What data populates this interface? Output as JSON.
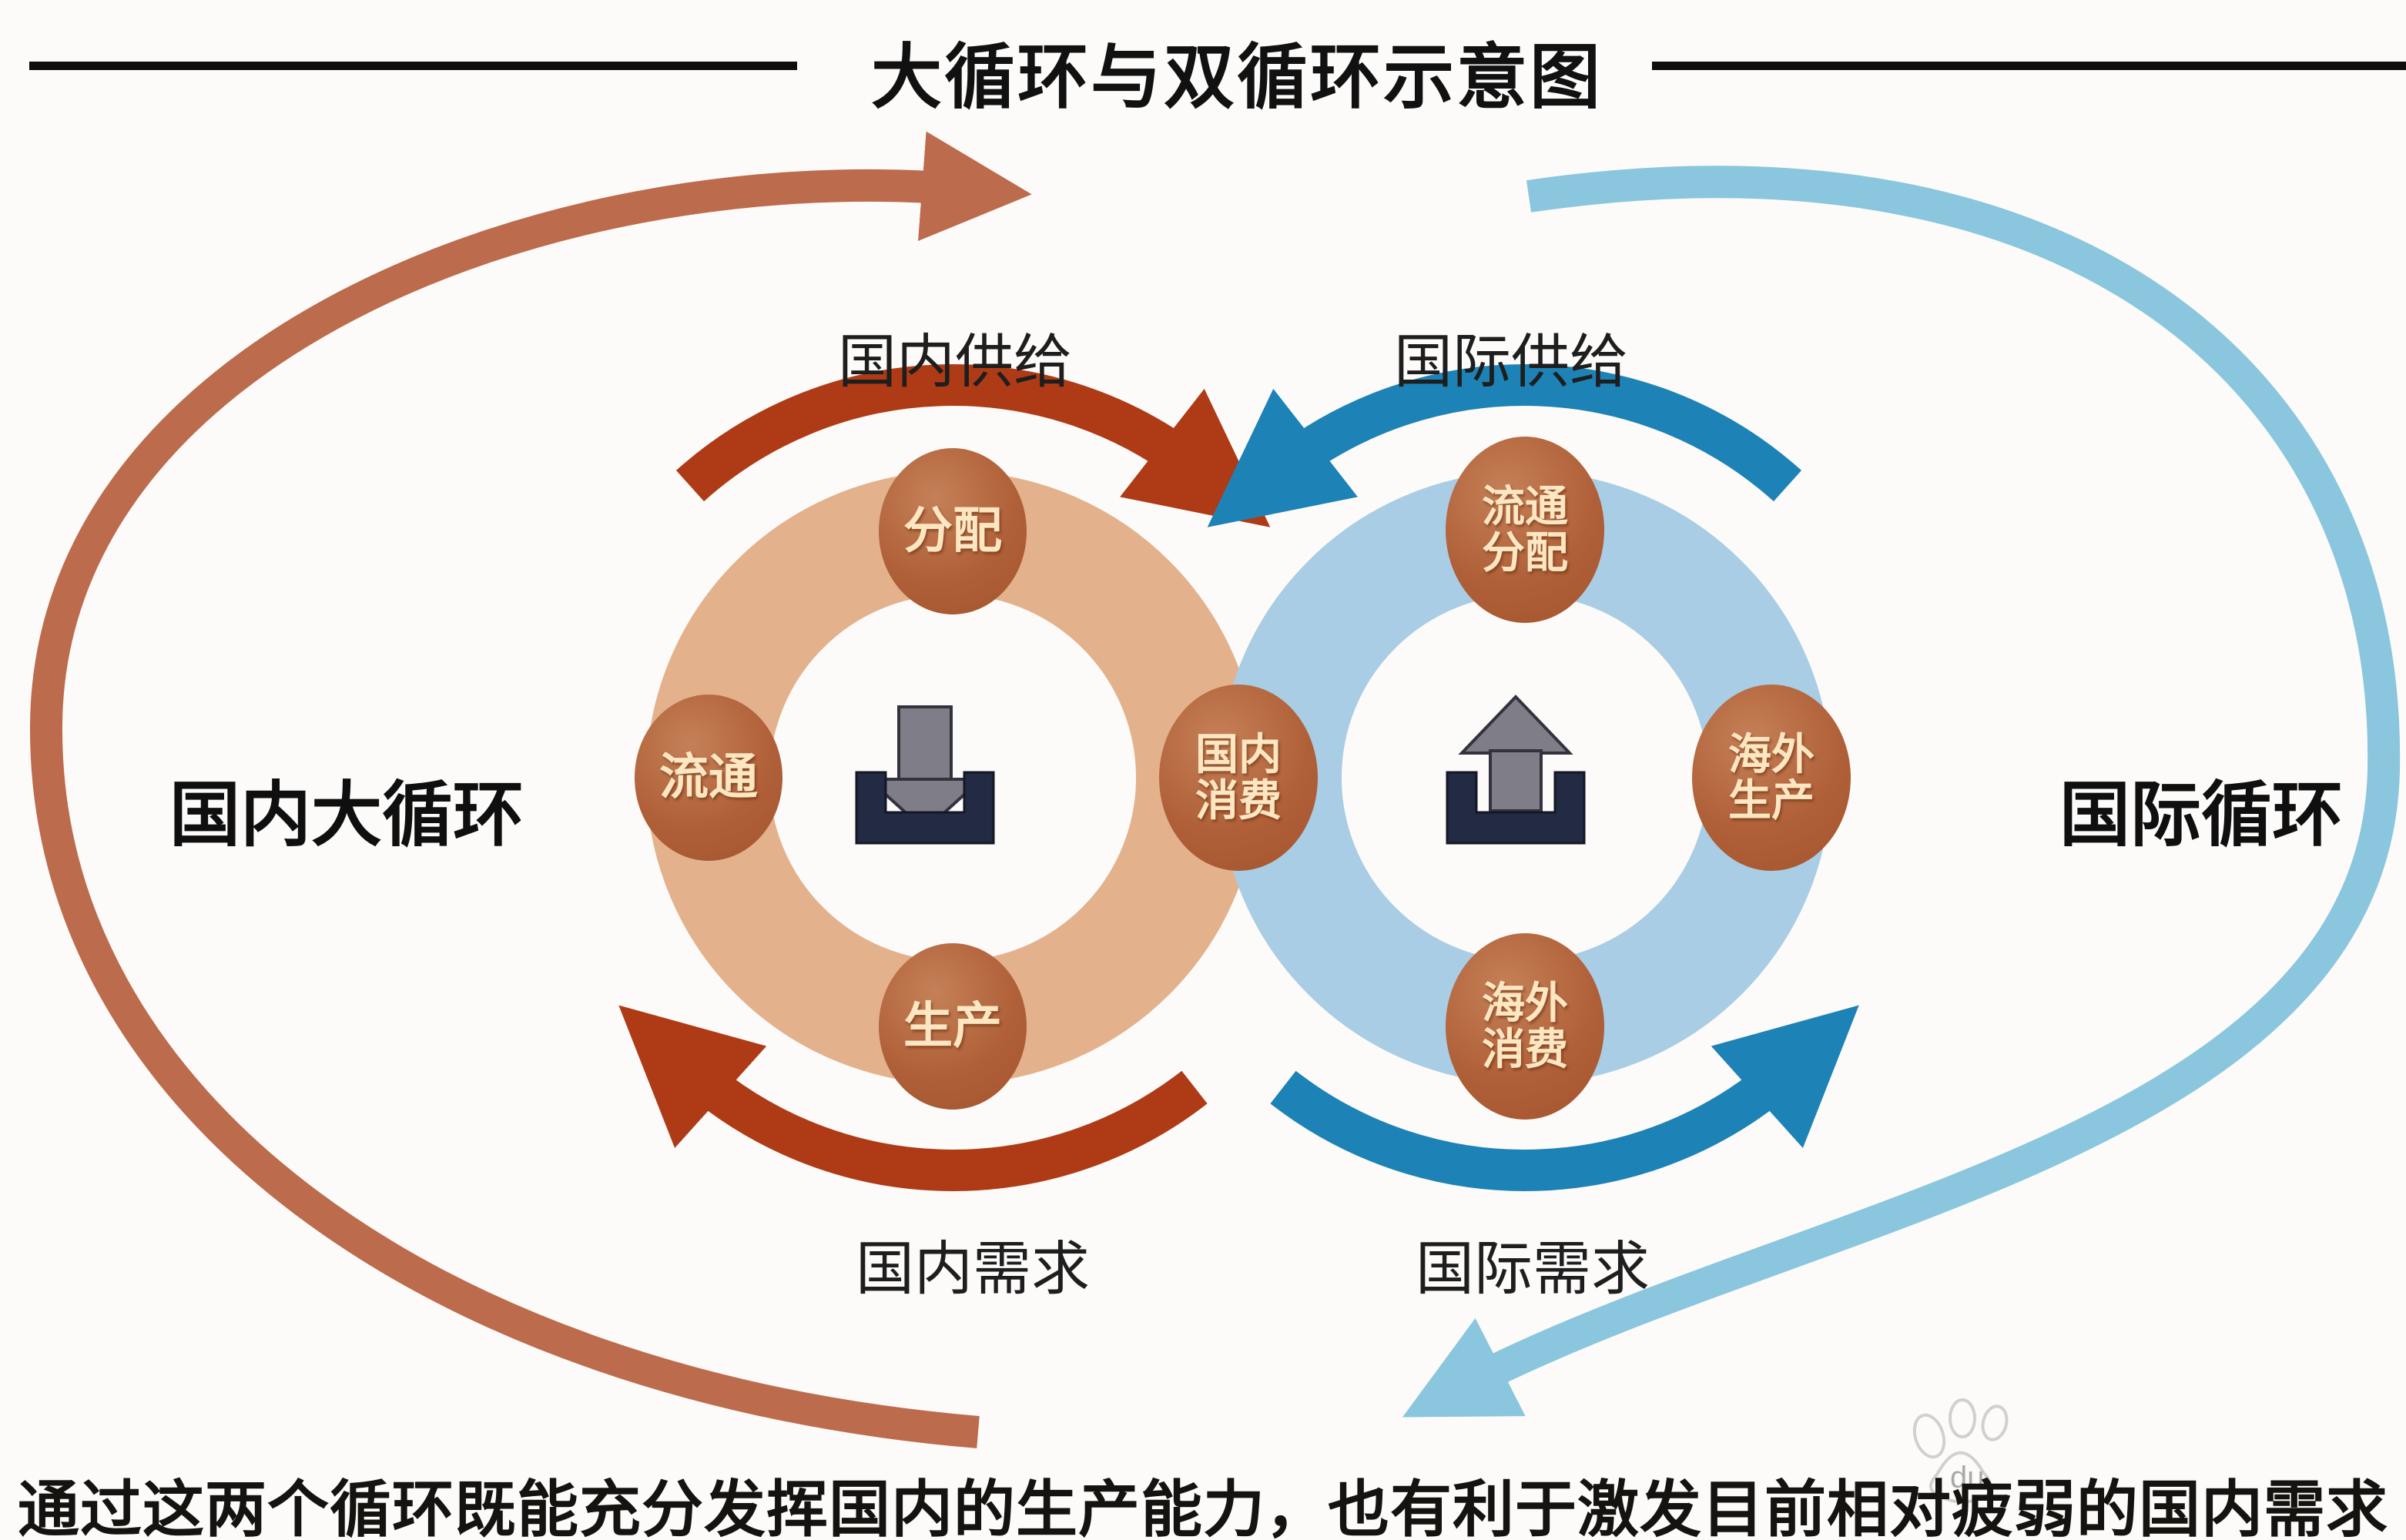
{
  "header": {
    "title": "大循环与双循环示意图"
  },
  "outer": {
    "left_label": "国内大循环",
    "right_label": "国际循环"
  },
  "flows": {
    "domestic_supply": "国内供给",
    "international_supply": "国际供给",
    "domestic_demand": "国内需求",
    "international_demand": "国际需求"
  },
  "left_cycle": {
    "top": "分配",
    "left": "流通",
    "bottom": "生产"
  },
  "shared_node": {
    "line1": "国内",
    "line2": "消费"
  },
  "right_cycle": {
    "top": {
      "line1": "流通",
      "line2": "分配"
    },
    "right": {
      "line1": "海外",
      "line2": "生产"
    },
    "bottom": {
      "line1": "海外",
      "line2": "消费"
    }
  },
  "icons": {
    "left": "download-icon",
    "right": "upload-icon"
  },
  "caption": "通过这两个循环既能充分发挥国内的生产能力，也有利于激发目前相对疲弱的国内需求",
  "watermark": "du",
  "colors": {
    "domestic_outer_arrow": "#bd6b4d",
    "domestic_inner_arrow": "#ae3b16",
    "international_outer_arrow": "#8ac6de",
    "international_inner_arrow": "#1d82b6",
    "domestic_ring": "#e3b28d",
    "international_ring": "#a9cde4",
    "node_fill": "#b06038",
    "node_text": "#fde6c2",
    "icon_tray": "#222a44",
    "icon_arrow": "#7f7d87"
  }
}
